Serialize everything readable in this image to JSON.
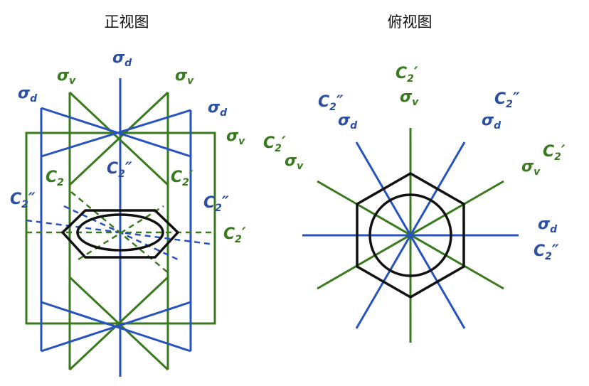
{
  "titles": {
    "front_view": "正视图",
    "top_view": "俯视图"
  },
  "symbols": {
    "sigma": "σ",
    "d": "d",
    "v": "v",
    "C": "C",
    "two": "2",
    "prime": "′",
    "double_prime": "″"
  },
  "colors": {
    "green": "#3a7a1e",
    "blue": "#2753c0",
    "black": "#111111"
  }
}
